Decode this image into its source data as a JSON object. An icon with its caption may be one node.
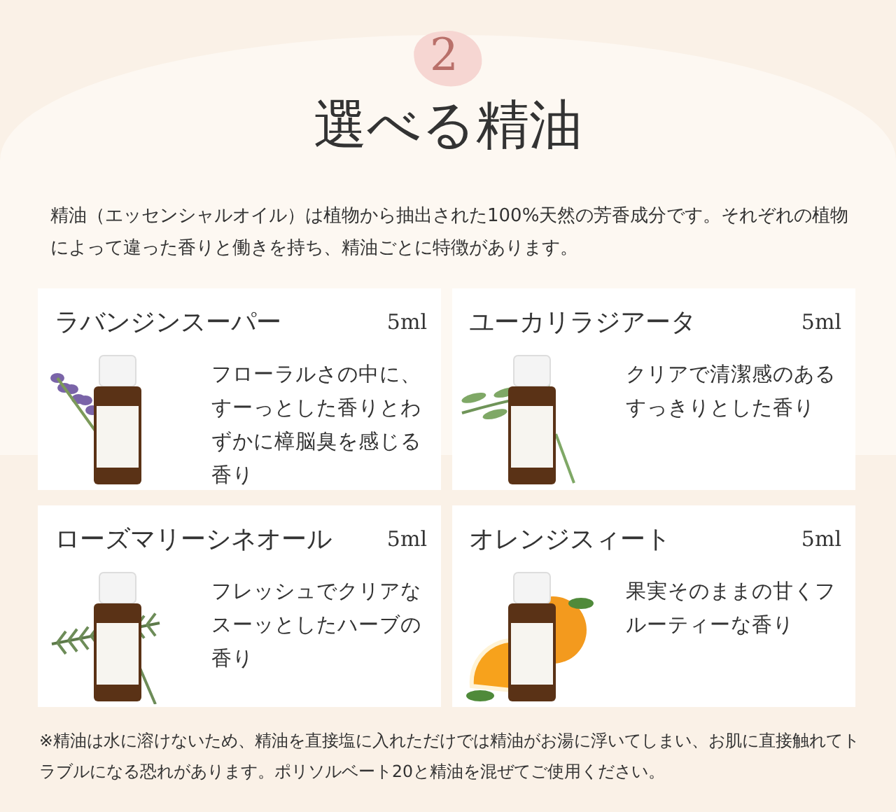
{
  "diagram": {
    "title": "選べる精油",
    "nodes": [
      {
        "text": [
          "ラバンジンスーパー",
          "5ml",
          "フローラルさの中に、すーっとした香りとわずかに樟脳臭を感じる香り"
        ]
      },
      {
        "text": [
          "ユーカリラジアータ",
          "5ml",
          "クリアで清潔感のあるすっきりとした香り"
        ]
      },
      {
        "text": [
          "ローズマリーシネオール",
          "5ml",
          "フレッシュでクリアなスーッとしたハーブの香り"
        ]
      },
      {
        "text": [
          "オレンジスィート",
          "5ml",
          "果実そのままの甘くフルーティーな香り"
        ]
      }
    ],
    "labels": [
      "2",
      "精油（エッセンシャルオイル）は植物から抽出された100%天然の芳香成分です。それぞれの植物によって違った香りと働きを持ち、精油ごとに特徴があります。",
      "※精油は水に溶けないため、精油を直接塩に入れただけでは精油がお湯に浮いてしまい、お肌に直接触れてトラブルになる恐れがあります。ポリソルベート20と精油を混ぜてご使用ください。"
    ]
  }
}
